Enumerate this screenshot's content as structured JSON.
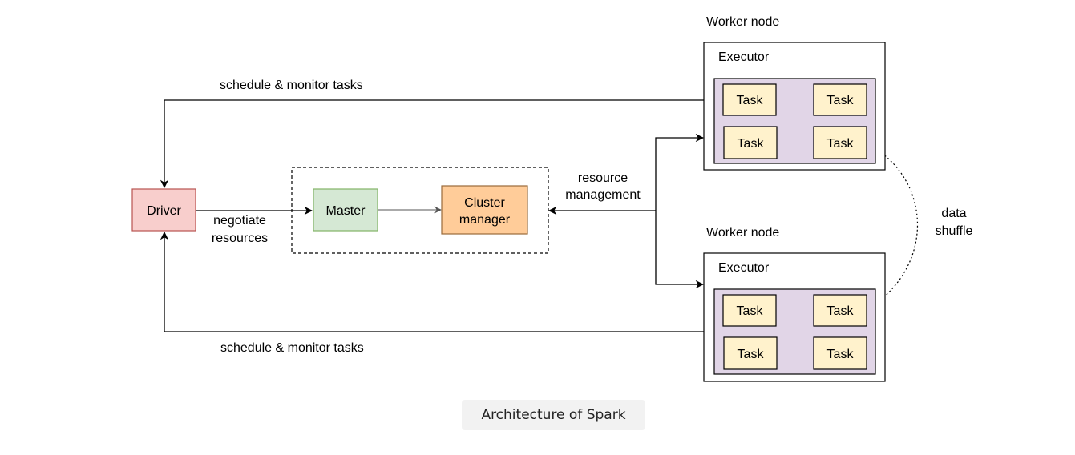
{
  "caption": "Architecture of Spark",
  "nodes": {
    "driver": "Driver",
    "master": "Master",
    "cluster_manager_line1": "Cluster",
    "cluster_manager_line2": "manager"
  },
  "worker_nodes": [
    {
      "label": "Worker node",
      "executor": "Executor",
      "tasks": [
        "Task",
        "Task",
        "Task",
        "Task"
      ]
    },
    {
      "label": "Worker node",
      "executor": "Executor",
      "tasks": [
        "Task",
        "Task",
        "Task",
        "Task"
      ]
    }
  ],
  "edge_labels": {
    "schedule_top": "schedule & monitor tasks",
    "schedule_bottom": "schedule & monitor tasks",
    "negotiate_line1": "negotiate",
    "negotiate_line2": "resources",
    "resource_line1": "resource",
    "resource_line2": "management",
    "shuffle_line1": "data",
    "shuffle_line2": "shuffle"
  },
  "colors": {
    "driver_fill": "#f8cecc",
    "master_fill": "#d5e8d4",
    "cluster_manager_fill": "#ffcc99",
    "executor_pool_fill": "#e1d5e7",
    "task_fill": "#fff2cc",
    "caption_bg": "#f2f2f2"
  }
}
